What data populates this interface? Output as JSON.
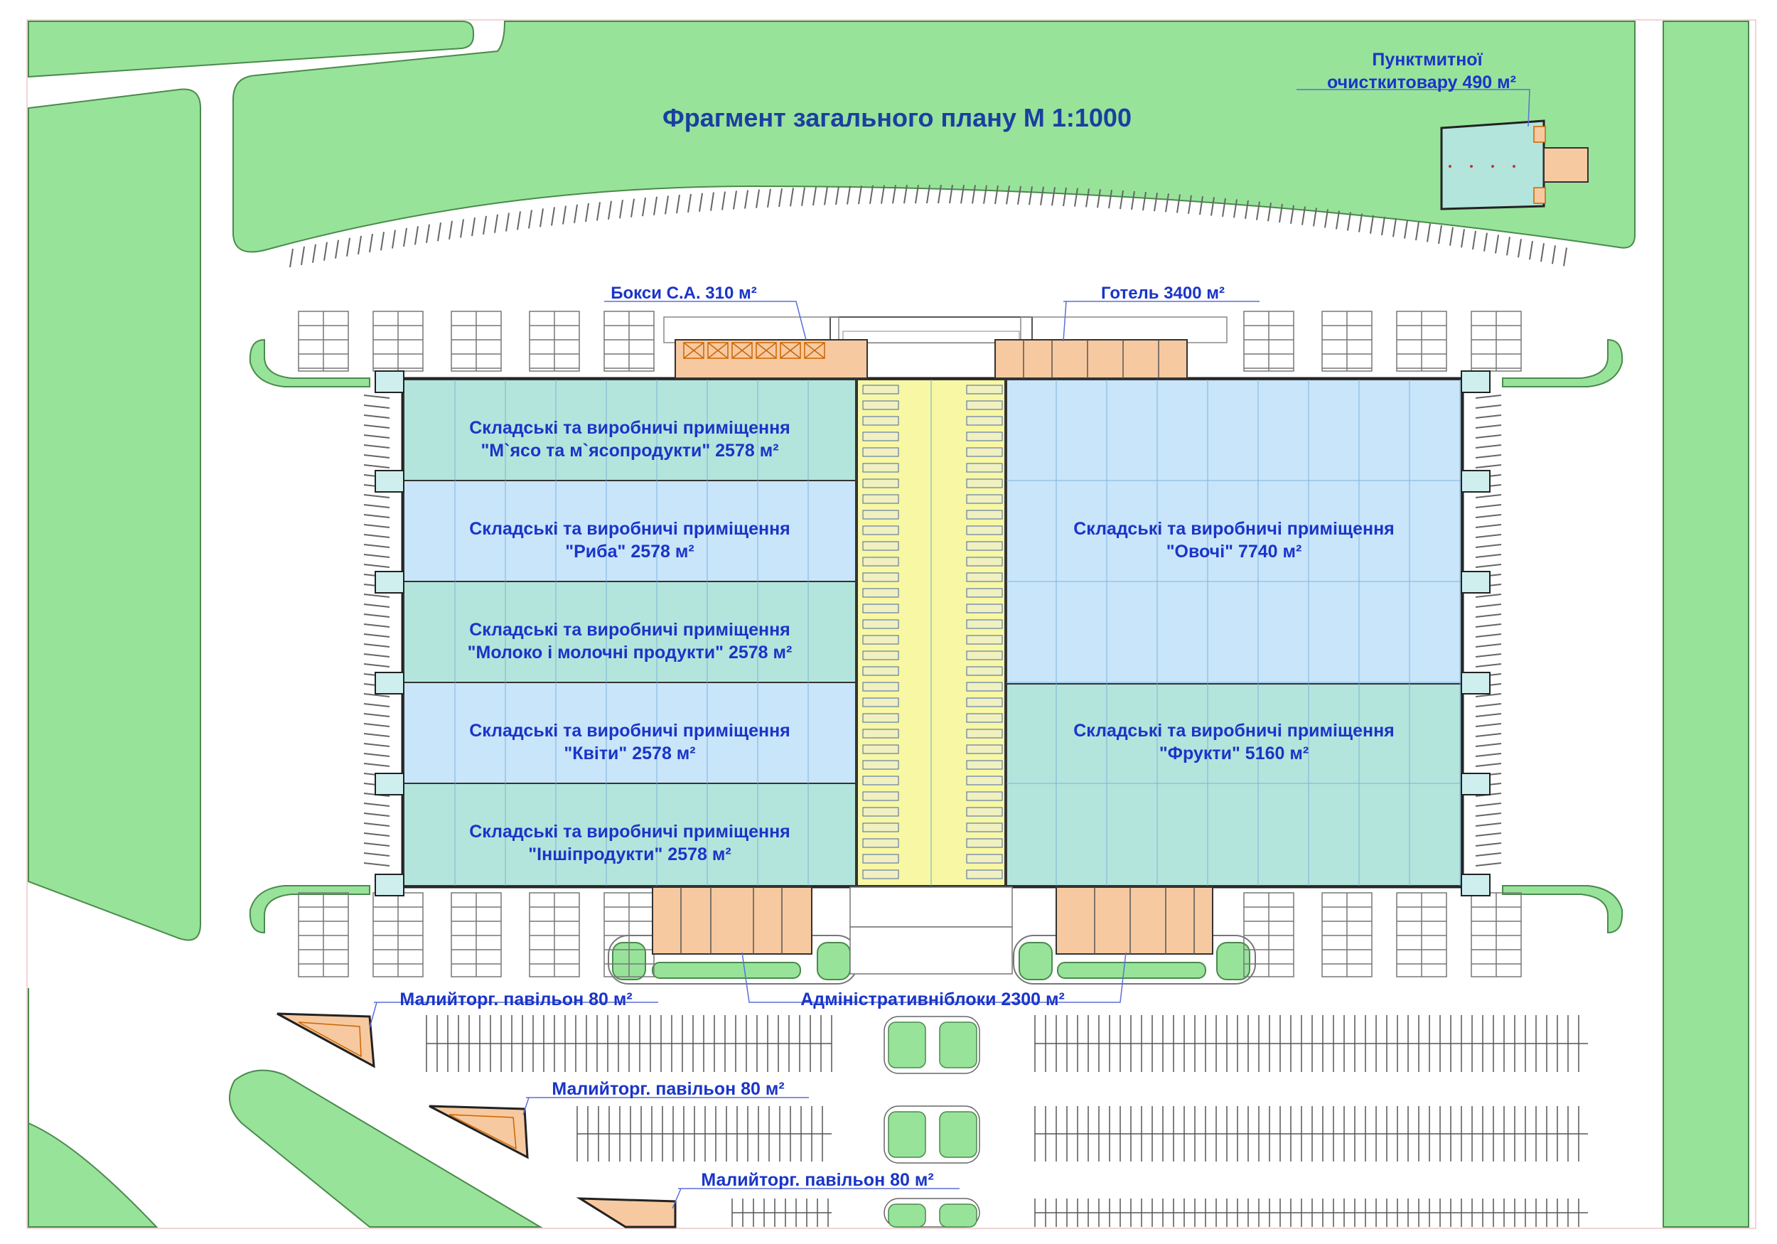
{
  "title": "Фрагмент загального плану М 1:1000",
  "colors": {
    "green": "#98e39a",
    "teal_zone": "#b4e5dc",
    "blue_zone": "#c9e5fa",
    "yellow_gallery": "#f8f7a3",
    "orange_block": "#f7c9a0",
    "label_blue": "#1a35c8"
  },
  "labels": {
    "customs_line1": "Пунктмитної",
    "customs_line2": "очисткитовару  490 м²",
    "boxes": "Бокси С.А.  310 м²",
    "hotel": "Готель   3400 м²",
    "admin": "Адміністративніблоки    2300 м²",
    "pavilion": "Малийторг. павільон    80 м²"
  },
  "zones": [
    {
      "line1": "Складські та виробничі приміщення",
      "line2": "\"М`ясо та м`ясопродукти\" 2578 м²"
    },
    {
      "line1": "Складські та виробничі приміщення",
      "line2": "\"Риба\"  2578 м²"
    },
    {
      "line1": "Складські та виробничі приміщення",
      "line2": "\"Молоко і молочні продукти\"  2578 м²"
    },
    {
      "line1": "Складські та виробничі приміщення",
      "line2": "\"Квіти\"  2578 м²"
    },
    {
      "line1": "Складські та виробничі приміщення",
      "line2": "\"Іншіпродукти\"  2578 м²"
    },
    {
      "line1": "Складські та виробничі приміщення",
      "line2": "\"Овочі\"  7740 м²"
    },
    {
      "line1": "Складські та виробничі приміщення",
      "line2": "\"Фрукти\"  5160 м²"
    }
  ]
}
